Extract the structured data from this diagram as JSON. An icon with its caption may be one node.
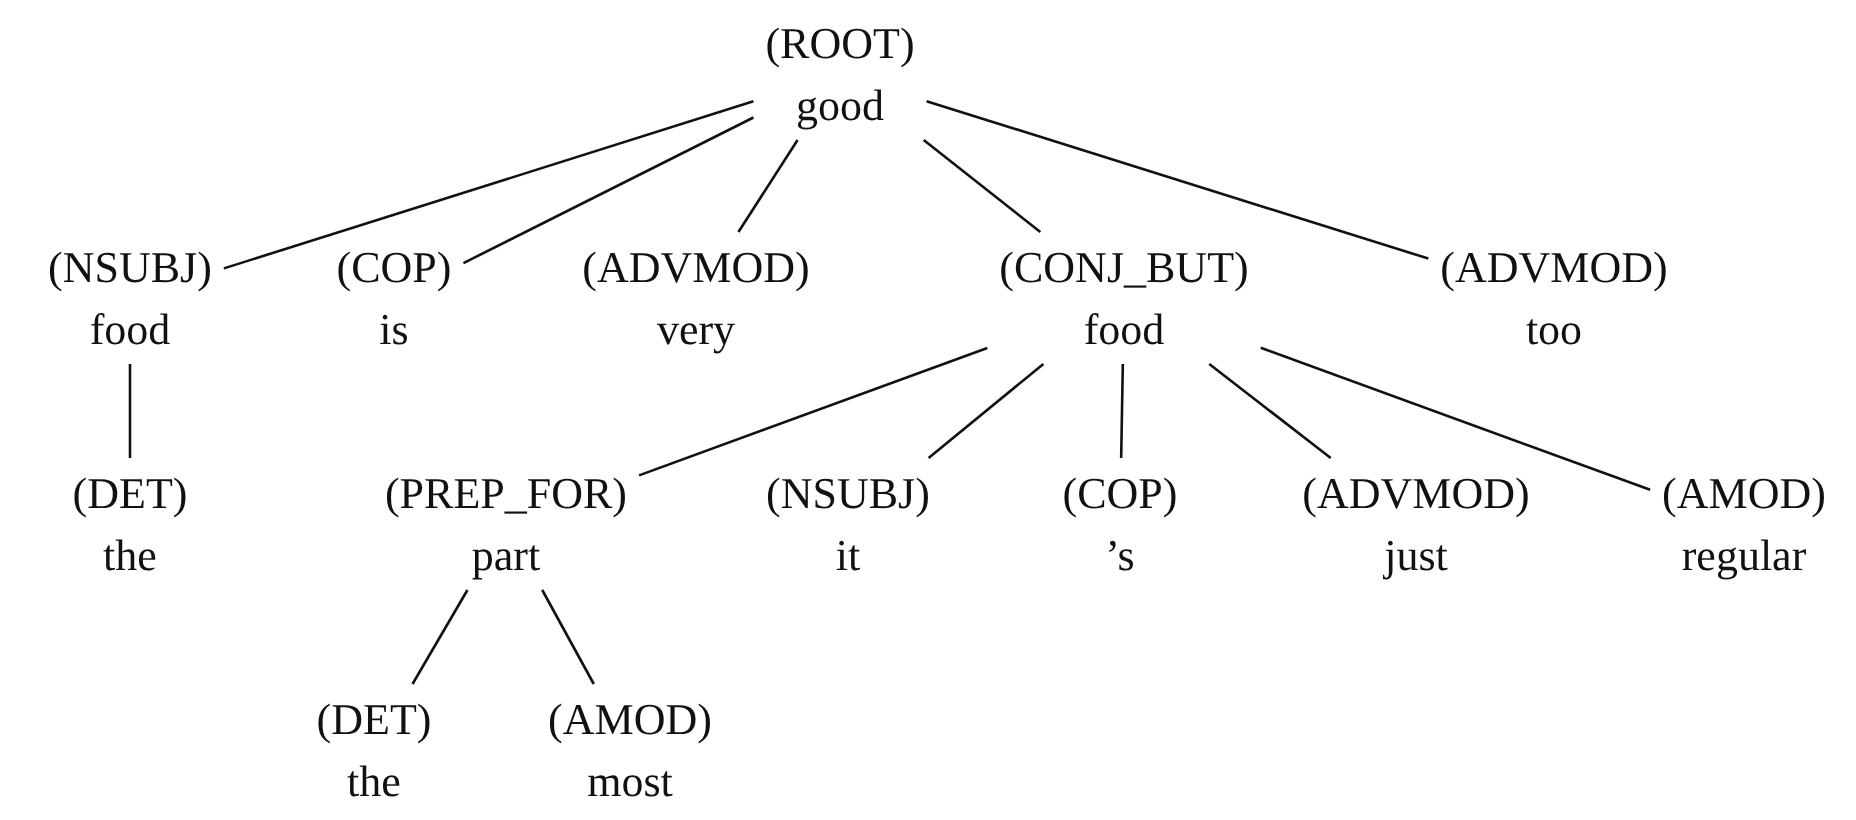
{
  "diagram": {
    "nodes": [
      {
        "text": [
          "(ROOT)",
          "good"
        ]
      },
      {
        "text": [
          "(NSUBJ)",
          "food"
        ]
      },
      {
        "text": [
          "(COP)",
          "is"
        ]
      },
      {
        "text": [
          "(ADVMOD)",
          "very"
        ]
      },
      {
        "text": [
          "(CONJ_BUT)",
          "food"
        ]
      },
      {
        "text": [
          "(ADVMOD)",
          "too"
        ]
      },
      {
        "text": [
          "(DET)",
          "the"
        ]
      },
      {
        "text": [
          "(PREP_FOR)",
          "part"
        ]
      },
      {
        "text": [
          "(NSUBJ)",
          "it"
        ]
      },
      {
        "text": [
          "(COP)",
          "’s"
        ]
      },
      {
        "text": [
          "(ADVMOD)",
          "just"
        ]
      },
      {
        "text": [
          "(AMOD)",
          "regular"
        ]
      },
      {
        "text": [
          "(DET)",
          "the"
        ]
      },
      {
        "text": [
          "(AMOD)",
          "most"
        ]
      }
    ],
    "edges": [
      {
        "from": 0,
        "to": 1,
        "arrow": "none"
      },
      {
        "from": 0,
        "to": 2,
        "arrow": "none"
      },
      {
        "from": 0,
        "to": 3,
        "arrow": "none"
      },
      {
        "from": 0,
        "to": 4,
        "arrow": "none"
      },
      {
        "from": 0,
        "to": 5,
        "arrow": "none"
      },
      {
        "from": 1,
        "to": 6,
        "arrow": "none"
      },
      {
        "from": 4,
        "to": 7,
        "arrow": "none"
      },
      {
        "from": 4,
        "to": 8,
        "arrow": "none"
      },
      {
        "from": 4,
        "to": 9,
        "arrow": "none"
      },
      {
        "from": 4,
        "to": 10,
        "arrow": "none"
      },
      {
        "from": 4,
        "to": 11,
        "arrow": "none"
      },
      {
        "from": 7,
        "to": 12,
        "arrow": "none"
      },
      {
        "from": 7,
        "to": 13,
        "arrow": "none"
      }
    ]
  }
}
